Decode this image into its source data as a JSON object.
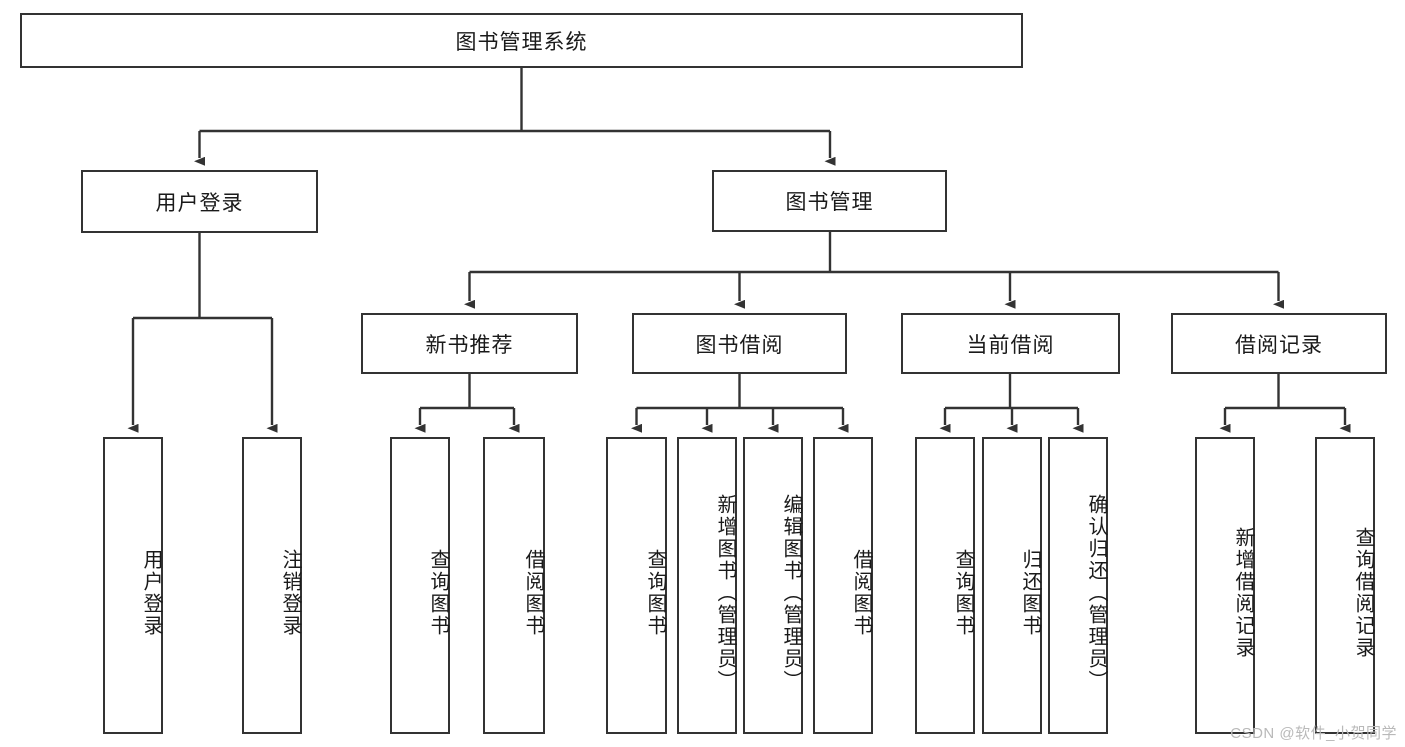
{
  "diagram": {
    "type": "tree",
    "title": "图书管理系统",
    "root": {
      "label": "图书管理系统"
    },
    "level1": [
      {
        "label": "用户登录"
      },
      {
        "label": "图书管理"
      }
    ],
    "level2": [
      {
        "label": "新书推荐"
      },
      {
        "label": "图书借阅"
      },
      {
        "label": "当前借阅"
      },
      {
        "label": "借阅记录"
      }
    ],
    "leaves": {
      "user_login": [
        {
          "label": "用户登录"
        },
        {
          "label": "注销登录"
        }
      ],
      "new_book_recommend": [
        {
          "label": "查询图书"
        },
        {
          "label": "借阅图书"
        }
      ],
      "book_borrow": [
        {
          "label": "查询图书"
        },
        {
          "label": "新增图书（管理员）"
        },
        {
          "label": "编辑图书（管理员）"
        },
        {
          "label": "借阅图书"
        }
      ],
      "current_borrow": [
        {
          "label": "查询图书"
        },
        {
          "label": "归还图书"
        },
        {
          "label": "确认归还（管理员）"
        }
      ],
      "borrow_record": [
        {
          "label": "新增借阅记录"
        },
        {
          "label": "查询借阅记录"
        }
      ]
    }
  },
  "watermark": {
    "text": "CSDN @软件_小贺同学"
  },
  "colors": {
    "border": "#333333",
    "background": "#ffffff",
    "text": "#1a1a1a",
    "watermark": "#b9b9b9"
  }
}
